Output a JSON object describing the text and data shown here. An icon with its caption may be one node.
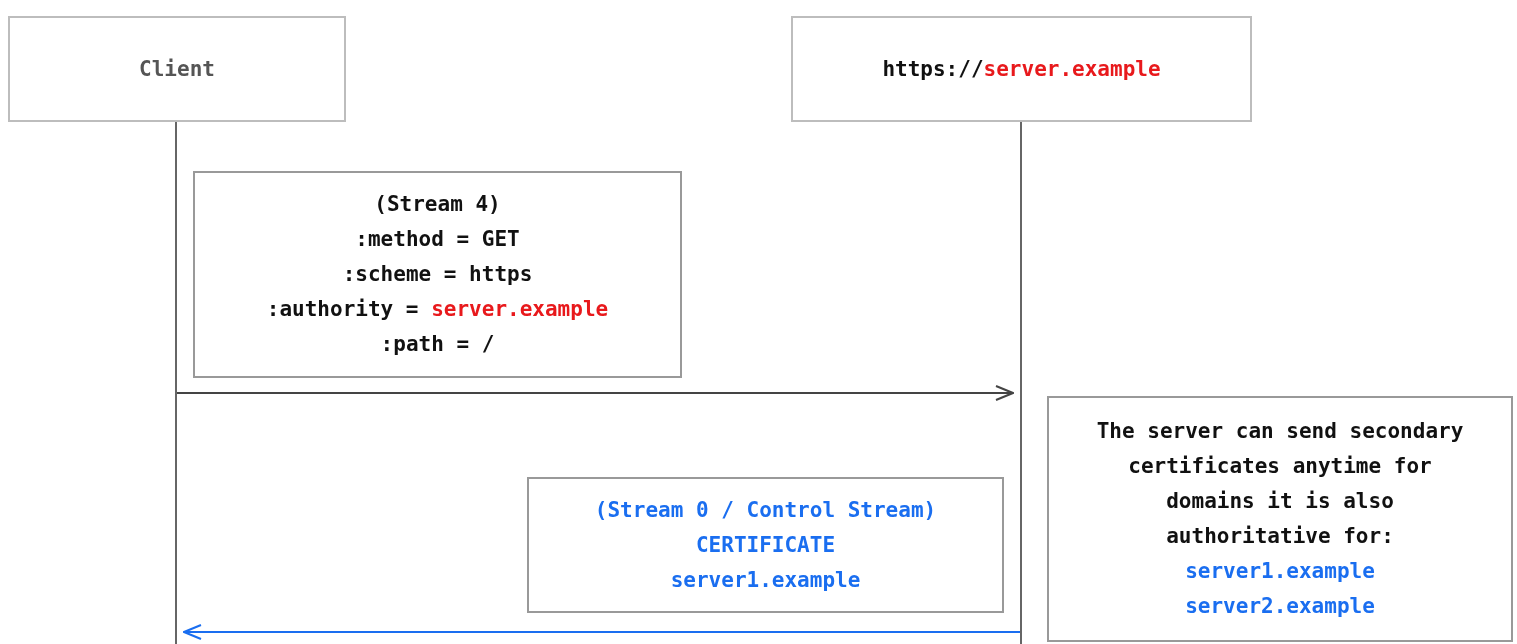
{
  "diagram": {
    "nodes": [
      {
        "text": [
          "Client"
        ]
      },
      {
        "text": [
          "https://",
          "server.example"
        ]
      },
      {
        "text": [
          "(Stream 4)",
          ":method = GET",
          ":scheme = https",
          ":authority =",
          "server.example",
          ":path = /"
        ]
      },
      {
        "text": [
          "(Stream 0 / Control Stream)",
          "CERTIFICATE",
          "server1.example"
        ]
      },
      {
        "text": [
          "The server can send secondary certificates anytime for domains it is also authoritative for:",
          "server1.example",
          "server2.example"
        ]
      }
    ],
    "edges": [
      {
        "from": 0,
        "to": 1,
        "arrow": "to"
      },
      {
        "from": 1,
        "to": 0,
        "arrow": "to",
        "color": "#1a6ef0"
      }
    ]
  }
}
